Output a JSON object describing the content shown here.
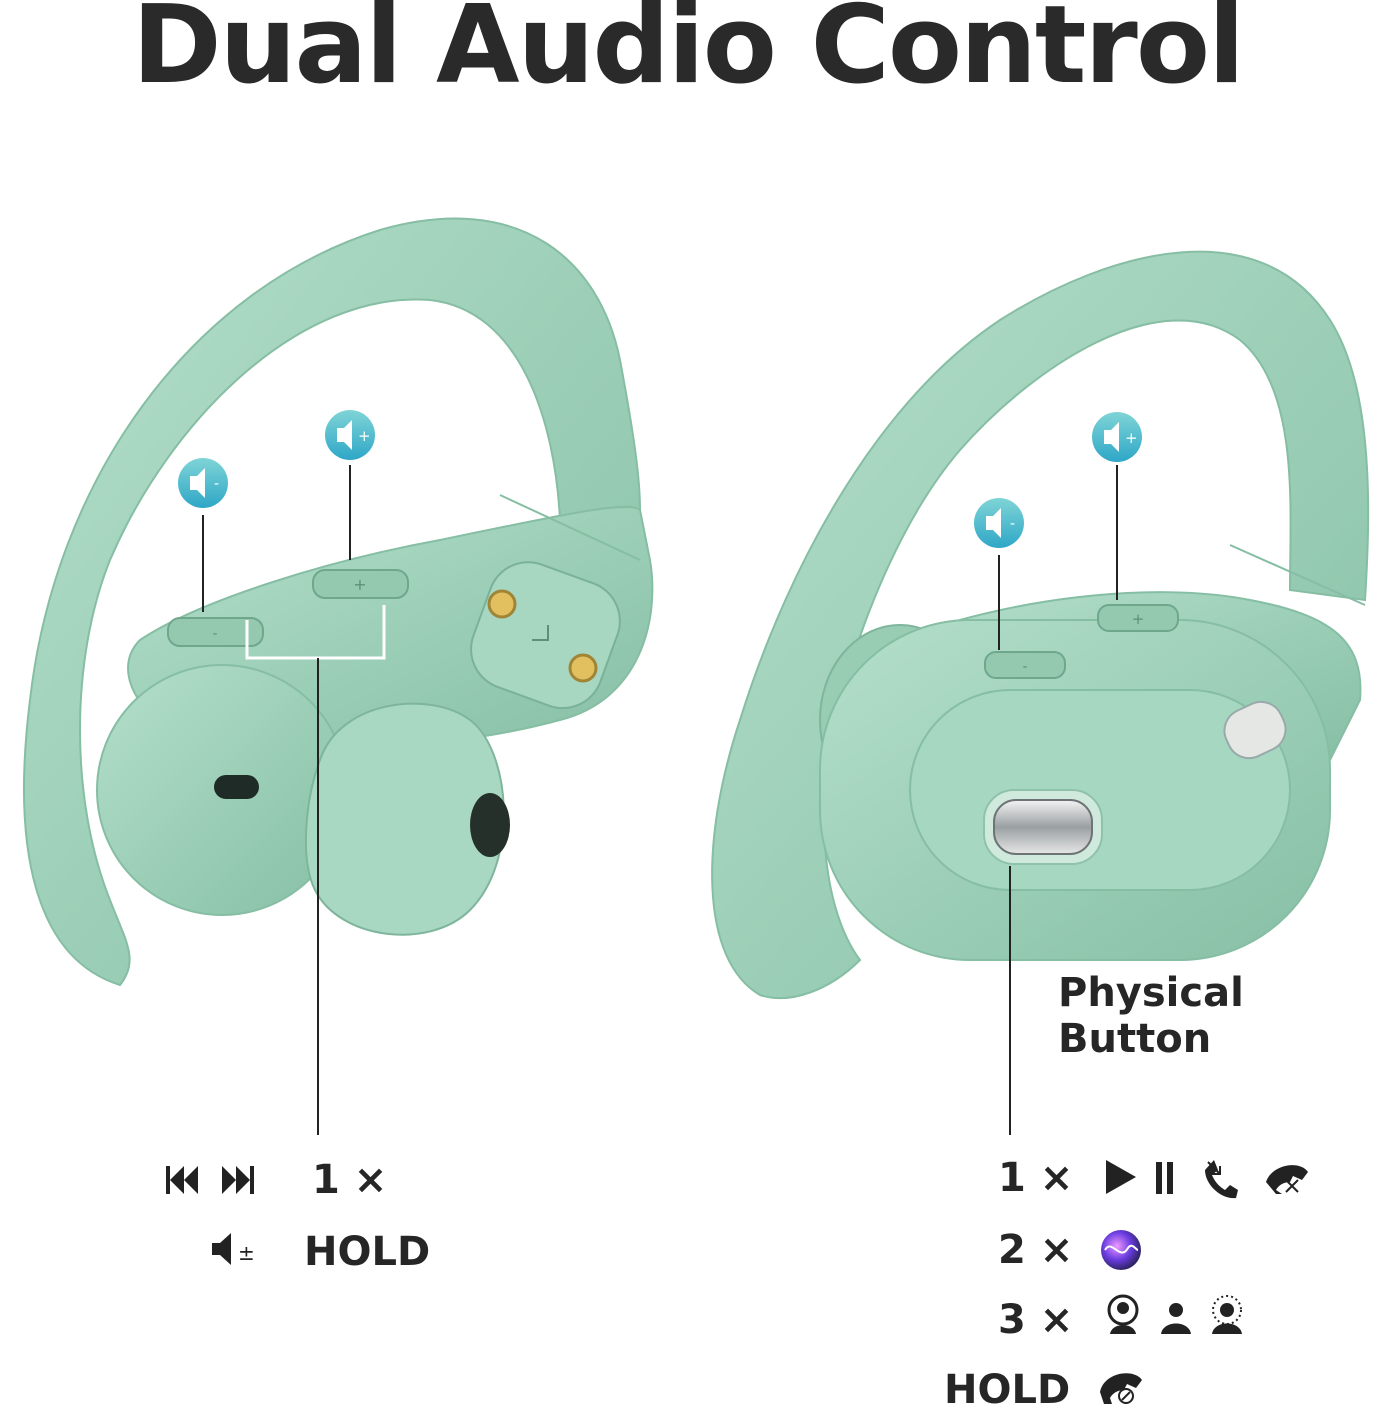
{
  "title": "Dual Audio Control",
  "physical_button_label": [
    "Physical",
    "Button"
  ],
  "left_controls": [
    {
      "trigger": "1 ×",
      "icons": [
        "previous-track-icon",
        "next-track-icon"
      ]
    },
    {
      "trigger": "HOLD",
      "icons": [
        "volume-plus-minus-icon"
      ]
    }
  ],
  "right_controls": [
    {
      "trigger": "1 ×",
      "icons": [
        "play-icon",
        "pause-icon",
        "answer-call-icon",
        "reject-call-icon"
      ]
    },
    {
      "trigger": "2 ×",
      "icons": [
        "voice-assistant-icon"
      ]
    },
    {
      "trigger": "3 ×",
      "icons": [
        "noise-cancel-icon",
        "normal-mode-icon",
        "transparency-icon"
      ]
    },
    {
      "trigger": "HOLD",
      "icons": [
        "end-call-icon"
      ]
    }
  ],
  "callout_icons": [
    "volume-down-icon",
    "volume-up-icon"
  ],
  "colors": {
    "earbud": "#9fd1ba",
    "earbud_shadow": "#7cb49b",
    "accent": "#3fb8cc",
    "text": "#262626"
  }
}
